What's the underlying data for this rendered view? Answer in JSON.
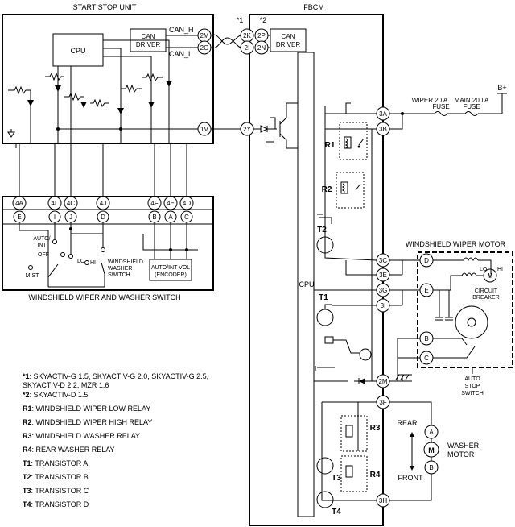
{
  "blocks": {
    "start_stop_unit": "START STOP UNIT",
    "fbcm": "FBCM",
    "cpu_ssu": "CPU",
    "cpu_fbcm": "CPU",
    "can_driver_left": [
      "CAN",
      "DRIVER"
    ],
    "can_driver_right": [
      "CAN",
      "DRIVER"
    ],
    "can_h": "CAN_H",
    "can_l": "CAN_L",
    "wiper_switch": "WINDSHIELD WIPER AND WASHER SWITCH",
    "wiper_motor": "WINDSHIELD WIPER MOTOR",
    "auto_int_vol": [
      "AUTO/INT VOL",
      "(ENCODER)"
    ],
    "circuit_breaker": [
      "CIRCUIT",
      "BREAKER"
    ],
    "auto_stop_switch": [
      "AUTO",
      "STOP",
      "SWITCH"
    ],
    "washer_motor": [
      "WASHER",
      "MOTOR"
    ],
    "rear": "REAR",
    "front": "FRONT",
    "wiper_fuse": [
      "WIPER 20 A",
      "FUSE"
    ],
    "main_fuse": [
      "MAIN 200 A",
      "FUSE"
    ],
    "battery": "B+",
    "mark_star1": "*1",
    "mark_star2": "*2",
    "lo": "LO",
    "hi": "HI",
    "motor_m": "M"
  },
  "switch_labels": {
    "auto_int": [
      "AUTO/",
      "INT"
    ],
    "off": "OFF",
    "lo": "LO",
    "hi": "HI",
    "mist": "MIST",
    "washer": [
      "WINDSHIELD",
      "WASHER",
      "SWITCH"
    ]
  },
  "terminals": {
    "ssu": [
      "2M",
      "2O",
      "1V"
    ],
    "fbcm_can": [
      "2K",
      "2P",
      "2I",
      "2N"
    ],
    "fbcm": [
      "2Y",
      "3A",
      "3B",
      "3C",
      "3E",
      "3G",
      "3I",
      "2M",
      "3F",
      "3H"
    ],
    "switch_top": [
      "4A",
      "4L",
      "4C",
      "4J",
      "4F",
      "4E",
      "4D"
    ],
    "switch_inner": [
      "E",
      "I",
      "J",
      "D",
      "B",
      "A",
      "C"
    ],
    "motor": [
      "D",
      "E",
      "B",
      "C"
    ],
    "washer": [
      "A",
      "B"
    ]
  },
  "components": {
    "r1": "R1",
    "r2": "R2",
    "r3": "R3",
    "r4": "R4",
    "t1": "T1",
    "t2": "T2",
    "t3": "T3",
    "t4": "T4"
  },
  "legend": [
    {
      "key": "*1",
      "text": ": SKYACTIV-G 1.5, SKYACTIV-G 2.0, SKYACTIV-G 2.5,"
    },
    {
      "key": "",
      "text": "SKYACTIV-D 2.2, MZR 1.6"
    },
    {
      "key": "*2",
      "text": ": SKYACTIV-D 1.5"
    },
    {
      "key": "R1",
      "text": ": WINDSHIELD WIPER LOW RELAY"
    },
    {
      "key": "R2",
      "text": ": WINDSHIELD WIPER HIGH RELAY"
    },
    {
      "key": "R3",
      "text": ": WINDSHIELD WASHER RELAY"
    },
    {
      "key": "R4",
      "text": ": REAR WASHER RELAY"
    },
    {
      "key": "T1",
      "text": ": TRANSISTOR A"
    },
    {
      "key": "T2",
      "text": ": TRANSISTOR B"
    },
    {
      "key": "T3",
      "text": ": TRANSISTOR C"
    },
    {
      "key": "T4",
      "text": ": TRANSISTOR D"
    }
  ]
}
